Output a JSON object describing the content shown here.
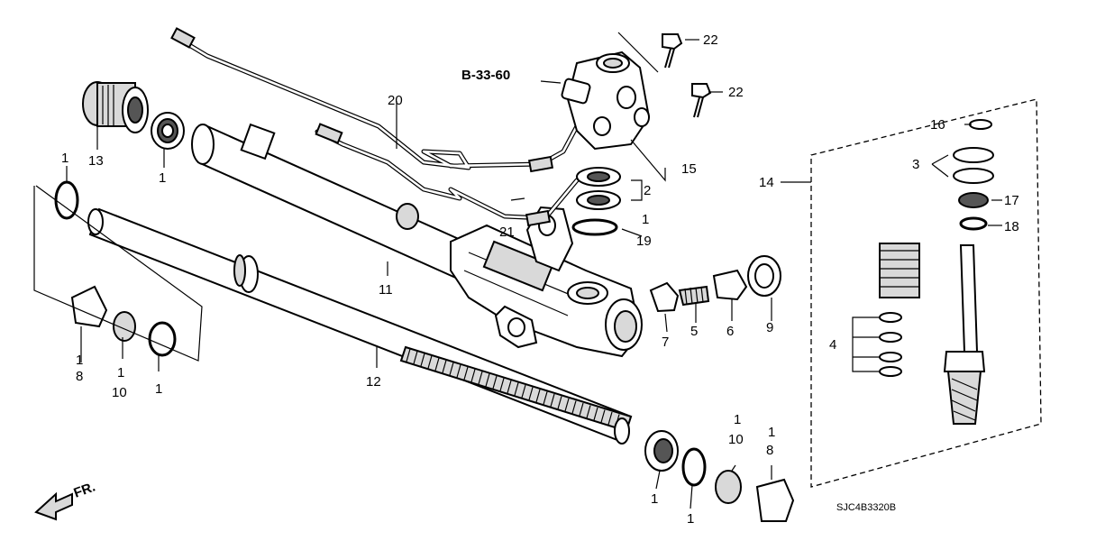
{
  "diagram": {
    "code": "SJC4B3320B",
    "reference": "B-33-60",
    "direction_label": "FR.",
    "callouts": {
      "c1_top_left": "1",
      "c13": "13",
      "c1_bearing": "1",
      "c20": "20",
      "c21": "21",
      "c11": "11",
      "c12": "12",
      "c8_left_a": "1",
      "c8_left_b": "8",
      "c10_left_a": "1",
      "c10_left_b": "10",
      "c1_left_ring": "1",
      "c22_top": "22",
      "c22_mid": "22",
      "c15": "15",
      "c2": "2",
      "c19_a": "1",
      "c19_b": "19",
      "c7": "7",
      "c5": "5",
      "c6": "6",
      "c9": "9",
      "c14": "14",
      "c16": "16",
      "c3": "3",
      "c17": "17",
      "c18": "18",
      "c4": "4",
      "c1_bottom_a": "1",
      "c1_bottom_b": "1",
      "c10_right_a": "1",
      "c10_right_b": "10",
      "c8_right_a": "1",
      "c8_right_b": "8"
    }
  }
}
